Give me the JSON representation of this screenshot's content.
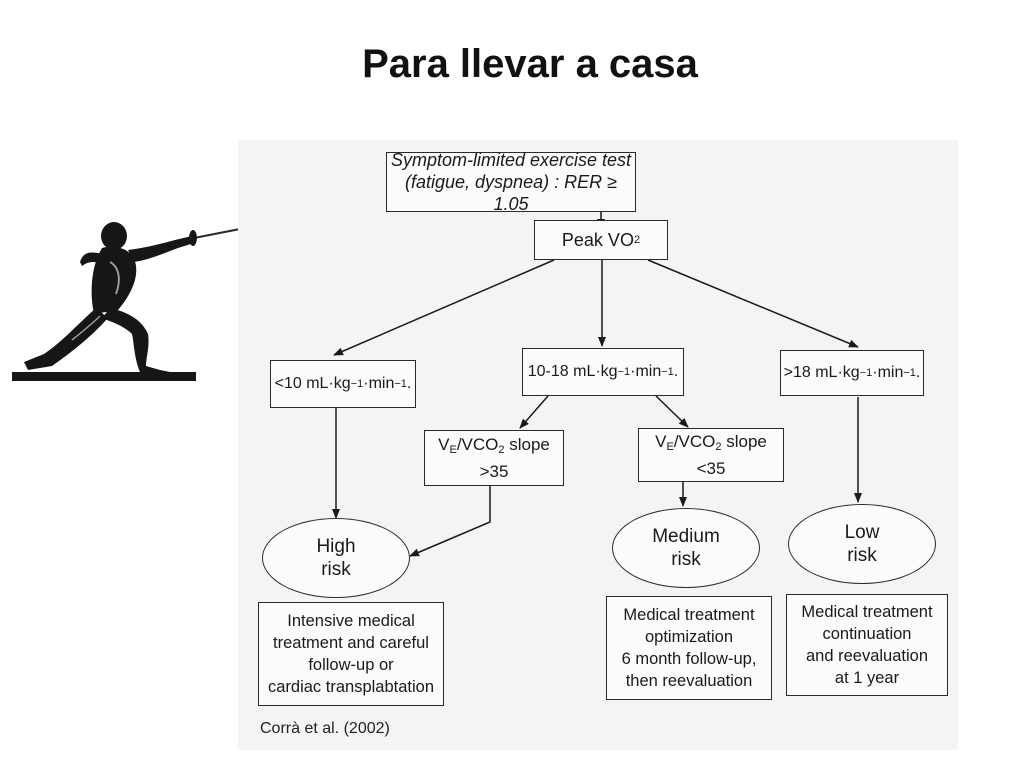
{
  "slide": {
    "title": "Para llevar a casa"
  },
  "flowchart": {
    "start_line1": "Symptom-limited exercise test",
    "start_line2": "(fatigue, dyspnea) : RER ≥ 1.05",
    "peak_label": "Peak VO",
    "peak_sub": "2",
    "range_low": {
      "value": "<10 mL",
      "u1": "kg",
      "e1": "−1",
      "u2": "min",
      "e2": "−1",
      "tail": "."
    },
    "range_mid": {
      "value": "10-18 mL",
      "u1": "kg",
      "e1": "−1",
      "u2": "min",
      "e2": "−1",
      "tail": "."
    },
    "range_high": {
      "value": ">18 mL",
      "u1": "kg",
      "e1": "−1",
      "u2": "min",
      "e2": "−1",
      "tail": "."
    },
    "slope_high": {
      "prefix": "V",
      "sub_e": "E",
      "mid": "/VCO",
      "sub_2": "2",
      "suffix": " slope",
      "threshold": ">35"
    },
    "slope_low": {
      "prefix": "V",
      "sub_e": "E",
      "mid": "/VCO",
      "sub_2": "2",
      "suffix": " slope",
      "threshold": "<35"
    },
    "risk_high": [
      "High",
      "risk"
    ],
    "risk_medium": [
      "Medium",
      "risk"
    ],
    "risk_low": [
      "Low",
      "risk"
    ],
    "treatment_high": [
      "Intensive medical",
      "treatment and careful",
      "follow-up or",
      "cardiac transplabtation"
    ],
    "treatment_medium": [
      "Medical treatment",
      "optimization",
      "6 month follow-up,",
      "then reevaluation"
    ],
    "treatment_low": [
      "Medical treatment",
      "continuation",
      "and reevaluation",
      "at 1 year"
    ],
    "citation": "Corrà et al. (2002)"
  },
  "colors": {
    "ink": "#1a1a1a",
    "scan_background": "#f4f4f4",
    "silhouette": "#161616"
  },
  "icons": {
    "fencer": "fencer-silhouette-icon"
  }
}
